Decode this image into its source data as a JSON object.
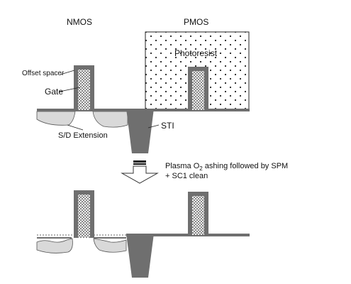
{
  "labels": {
    "nmos": "NMOS",
    "pmos": "PMOS",
    "photoresist": "Photoresist",
    "offset_spacer": "Offset spacer",
    "gate": "Gate",
    "sd_extension": "S/D Extension",
    "sti": "STI",
    "step_line1_before_sub": "Plasma O",
    "step_line1_sub": "2",
    "step_line1_after_sub": " ashing followed by SPM",
    "step_line2": "+ SC1 clean"
  },
  "colors": {
    "gray_dark": "#6f6f6f",
    "gray_light": "#d9d9d9",
    "outline": "#555555",
    "background": "#ffffff"
  },
  "icons": {
    "process_arrow": "down-arrow-icon"
  }
}
